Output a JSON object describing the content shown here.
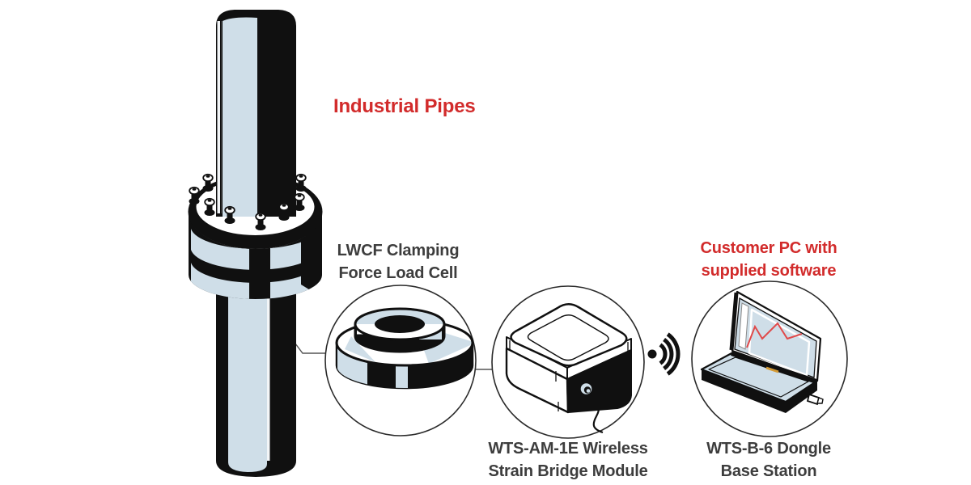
{
  "diagram_title": "Industrial pipe wireless clamping force monitoring system",
  "labels": {
    "industrial_pipes": "Industrial Pipes",
    "load_cell_line1": "LWCF Clamping",
    "load_cell_line2": "Force Load Cell",
    "module_line1": "WTS-AM-1E Wireless",
    "module_line2": "Strain Bridge Module",
    "customer_pc_line1": "Customer PC with",
    "customer_pc_line2": "supplied software",
    "base_station_line1": "WTS-B-6 Dongle",
    "base_station_line2": "Base Station"
  },
  "colors": {
    "accent_red": "#d22b2b",
    "label_dark": "#3d3d3d",
    "art_black": "#101010",
    "light_blue": "#cfdee8",
    "chart_red": "#e04a4a",
    "leader_gray": "#555555",
    "circle_stroke": "#2a2a2a",
    "orange_accent": "#d49a35"
  },
  "icons": {
    "wifi_signal": "dot-with-three-radiating-arcs",
    "pipe_illustration": "flanged-industrial-pipe",
    "load_cell_illustration": "annular-clamping-force-load-cell",
    "module_illustration": "lidded-box-with-round-connector-and-cable",
    "laptop_illustration": "open-laptop-showing-red-line-graph",
    "dongle_illustration": "usb-dongle-at-laptop-side"
  }
}
